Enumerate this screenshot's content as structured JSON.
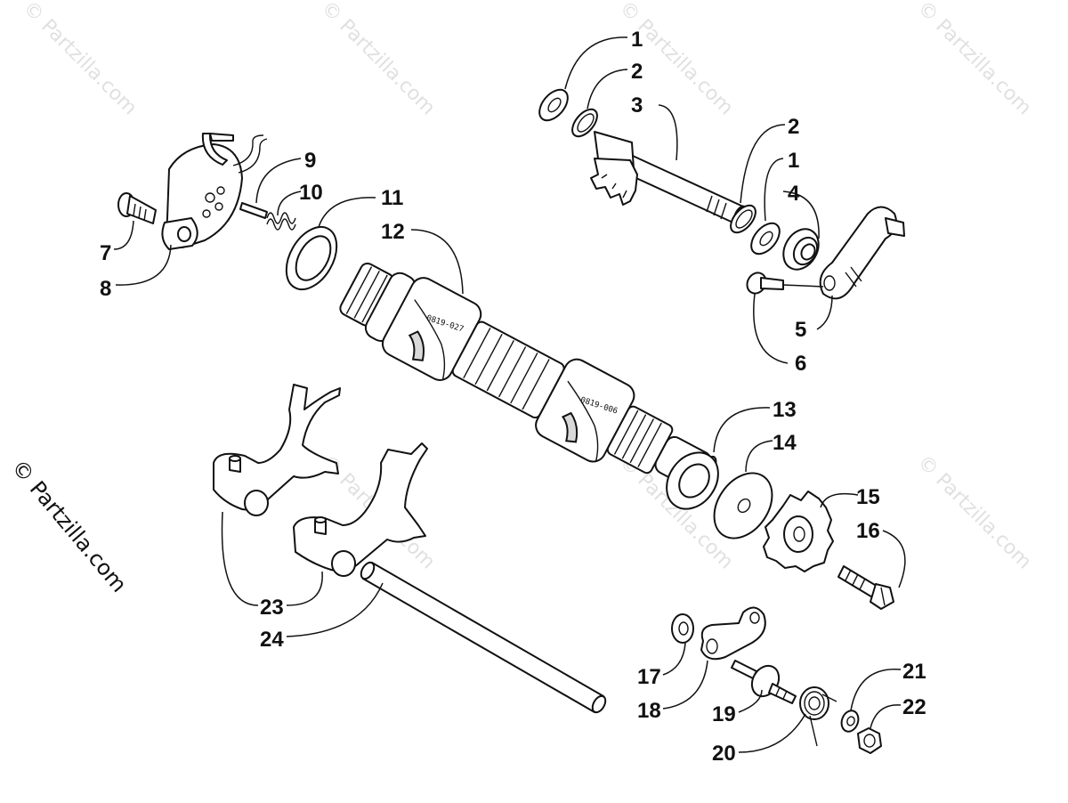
{
  "callouts": [
    "1",
    "2",
    "3",
    "2",
    "1",
    "4",
    "5",
    "6",
    "7",
    "8",
    "9",
    "10",
    "11",
    "12",
    "13",
    "14",
    "15",
    "16",
    "17",
    "18",
    "19",
    "20",
    "21",
    "22",
    "23",
    "24"
  ],
  "watermark": "© Partzilla.com",
  "brand_text": "© Partzilla.com",
  "drum_stamps": [
    "0819-027",
    "0819-006"
  ]
}
